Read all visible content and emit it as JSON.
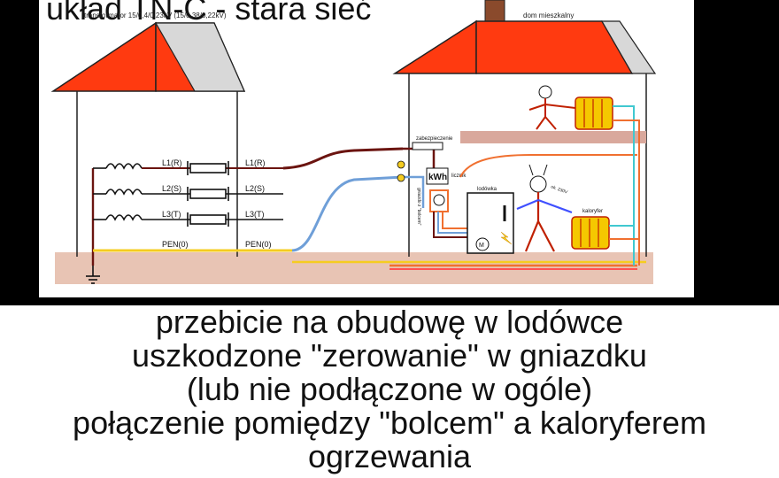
{
  "diagram": {
    "title": "układ TN-C - stara sieć",
    "transformer_label": "transformator 15/0,4/0,23kV (15/0,38/0,22kV)",
    "house_label": "dom mieszkalny",
    "phases_left": [
      "L1(R)",
      "L2(S)",
      "L3(T)",
      "PEN(0)"
    ],
    "phases_right": [
      "L1(R)",
      "L2(S)",
      "L3(T)",
      "PEN(0)"
    ],
    "fuse_label": "zabezpieczenie",
    "meter_symbol": "kWh",
    "meter_label": "licznik",
    "socket_label": "gniazdo z \"bolcem\"",
    "fridge_label": "lodówka",
    "radiator_label": "kaloryfer",
    "motor_symbol": "M",
    "voltage_note": "ok. 230V",
    "colors": {
      "roof": "#ff3a10",
      "roof_side": "#d8d8d8",
      "ground": "#e8c4b4",
      "floor": "#d9a89c",
      "wire_dark": "#6b1410",
      "wire_blue": "#6f9fd8",
      "wire_orange": "#f07030",
      "wire_yellow": "#f5cc20",
      "wire_cyan": "#40c8d0",
      "radiator": "#f5c800"
    }
  },
  "caption": {
    "lines": [
      "przebicie na obudowę w lodówce",
      "uszkodzone \"zerowanie\" w gniazdku",
      "(lub nie podłączone w ogóle)",
      "połączenie pomiędzy \"bolcem\" a kaloryferem",
      "ogrzewania"
    ]
  }
}
